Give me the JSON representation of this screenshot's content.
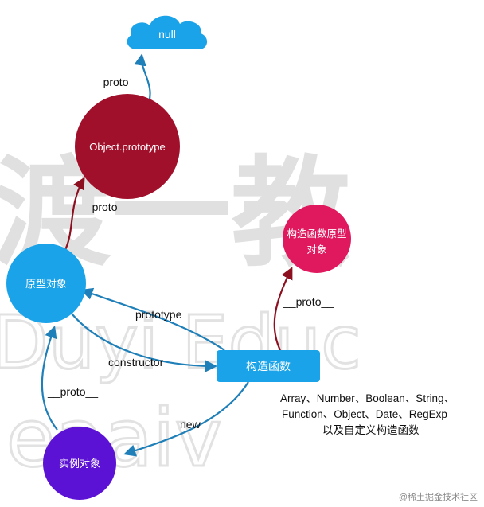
{
  "nodes": {
    "null": "null",
    "object_prototype": "Object.prototype",
    "prototype_object": "原型对象",
    "ctor_prototype_line1": "构造函数原型",
    "ctor_prototype_line2": "对象",
    "constructor": "构造函数",
    "instance": "实例对象"
  },
  "edges": {
    "proto_to_null": "__proto__",
    "proto_to_object_prototype": "__proto__",
    "ctor_to_ctor_prototype": "__proto__",
    "prototype": "prototype",
    "constructor": "constructor",
    "instance_proto": "__proto__",
    "new": "new"
  },
  "description": {
    "line1": "Array、Number、Boolean、String、",
    "line2": "Function、Object、Date、RegExp",
    "line3": "以及自定义构造函数"
  },
  "watermark": {
    "line1": "渡一教",
    "line2": "Duyi Educ",
    "line3": "leaaiv"
  },
  "credit": "@稀土掘金技术社区",
  "colors": {
    "blue": "#1aa3e8",
    "dark_red": "#a1102a",
    "pink": "#e0195e",
    "purple": "#5b12d4",
    "arrow_blue": "#1f7fb8",
    "arrow_red": "#8c1020"
  }
}
